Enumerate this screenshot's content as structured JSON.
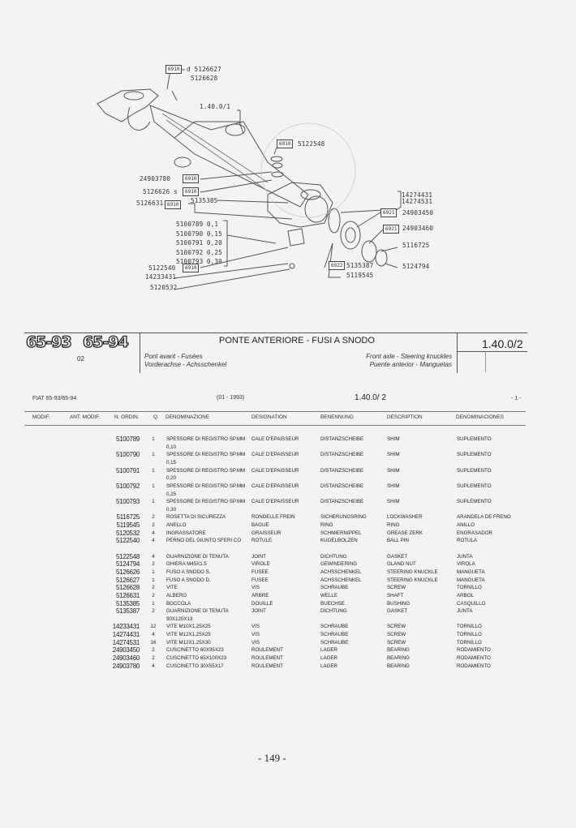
{
  "diagram": {
    "tags": {
      "t6910": "6910",
      "t6921": "6921",
      "t6922": "6922"
    },
    "labels": {
      "p5126627": "d 5126627",
      "p5126628": "5126628",
      "ref": "1.40.0/1",
      "p5122548": "5122548",
      "p24903780": "24903780",
      "p5126626": "5126626 s",
      "p5126631": "5126631",
      "p5135385": "5135385",
      "p14274431": "14274431",
      "p14274531": "14274531",
      "p24903450": "24903450",
      "p24903460": "24903460",
      "p5116725": "5116725",
      "p5135387": "5135387",
      "p5124794": "5124794",
      "p5119545": "5119545",
      "p5122540": "5122540",
      "p14233431": "14233431",
      "p5120532": "5120532"
    },
    "shims": [
      {
        "part": "5100789",
        "mm": "0,1"
      },
      {
        "part": "5100790",
        "mm": "0,15"
      },
      {
        "part": "5100791",
        "mm": "0,20"
      },
      {
        "part": "5100792",
        "mm": "0,25"
      },
      {
        "part": "5100793",
        "mm": "0,30"
      }
    ]
  },
  "header": {
    "models": [
      "65-93",
      "65-94"
    ],
    "sub_code": "02",
    "title": "PONTE ANTERIORE - FUSI A SNODO",
    "fr": "Pont avant - Fusées",
    "de": "Vorderachse - Achsschenkel",
    "en": "Front axle - Steering knuckles",
    "es": "Puente anterior - Manguetas",
    "group": "1.40.0/2"
  },
  "info": {
    "model": "FIAT 65-93/65-94",
    "date": "(01 - 1993)",
    "group": "1.40.0/ 2",
    "page_sheet": "- 1 -"
  },
  "columns": [
    "MODIF.",
    "ANT. MODIF.",
    "N. ORDIN.",
    "Q.",
    "DENOMINAZIONE",
    "DESIGNATION",
    "BENENNUNG",
    "DESCRIPTION",
    "DENOMINACIONES"
  ],
  "parts": [
    {
      "pn": "5100789",
      "q": "1",
      "it": "SPESSORE DI REGISTRO SP.MM 0,10",
      "fr": "CALE D'EPAISSEUR",
      "de": "DISTANZSCHEIBE",
      "en": "SHIM",
      "es": "SUPLEMENTO",
      "lines": 2
    },
    {
      "pn": "5100790",
      "q": "1",
      "it": "SPESSORE DI REGISTRO SP.MM 0,15",
      "fr": "CALE D'EPAISSEUR",
      "de": "DISTANZSCHEIBE",
      "en": "SHIM",
      "es": "SUPLEMENTO",
      "lines": 2
    },
    {
      "pn": "5100791",
      "q": "1",
      "it": "SPESSORE DI REGISTRO SP.MM 0,20",
      "fr": "CALE D'EPAISSEUR",
      "de": "DISTANZSCHEIBE",
      "en": "SHIM",
      "es": "SUPLEMENTO",
      "lines": 2
    },
    {
      "pn": "5100792",
      "q": "1",
      "it": "SPESSORE DI REGISTRO SP.MM 0,25",
      "fr": "CALE D'EPAISSEUR",
      "de": "DISTANZSCHEIBE",
      "en": "SHIM",
      "es": "SUPLEMENTO",
      "lines": 2
    },
    {
      "pn": "5100793",
      "q": "1",
      "it": "SPESSORE DI REGISTRO SP.MM 0,30",
      "fr": "CALE D'EPAISSEUR",
      "de": "DISTANZSCHEIBE",
      "en": "SHIM",
      "es": "SUPLEMENTO",
      "lines": 2
    },
    {
      "pn": "5116725",
      "q": "2",
      "it": "ROSETTA DI SICUREZZA",
      "fr": "RONDELLE FREIN",
      "de": "SICHERUNGSRING",
      "en": "LOCKWASHER",
      "es": "ARANDELA DE FRENO",
      "lines": 1
    },
    {
      "pn": "5119545",
      "q": "2",
      "it": "ANELLO",
      "fr": "BAGUE",
      "de": "RING",
      "en": "RING",
      "es": "ANILLO",
      "lines": 1
    },
    {
      "pn": "5120532",
      "q": "4",
      "it": "INGRASSATORE",
      "fr": "GRAISSEUR",
      "de": "SCHMIERNIPPEL",
      "en": "GREASE ZERK",
      "es": "ENGRASADOR",
      "lines": 1
    },
    {
      "pn": "5122540",
      "q": "4",
      "it": "PERNO DEL GIUNTO SFERI CO",
      "fr": "ROTULE",
      "de": "KUGELBOLZEN",
      "en": "BALL PIN",
      "es": "ROTULA",
      "lines": 2
    },
    {
      "pn": "5122548",
      "q": "4",
      "it": "GUARNIZIONE DI TENUTA",
      "fr": "JOINT",
      "de": "DICHTUNG",
      "en": "GASKET",
      "es": "JUNTA",
      "lines": 1
    },
    {
      "pn": "5124794",
      "q": "2",
      "it": "GHIERA M45X1.5",
      "fr": "VIROLE",
      "de": "GEWINDERING",
      "en": "GLAND NUT",
      "es": "VIROLA",
      "lines": 1
    },
    {
      "pn": "5126626",
      "q": "1",
      "it": "FUSO A SNODO S.",
      "fr": "FUSEE",
      "de": "ACHSSCHENKEL",
      "en": "STEERING KNUCKLE",
      "es": "MANGUETA",
      "lines": 1
    },
    {
      "pn": "5126627",
      "q": "1",
      "it": "FUSO A SNODO D.",
      "fr": "FUSEE",
      "de": "ACHSSCHENKEL",
      "en": "STEERING KNUCKLE",
      "es": "MANGUETA",
      "lines": 1
    },
    {
      "pn": "5126628",
      "q": "2",
      "it": "VITE",
      "fr": "VIS",
      "de": "SCHRAUBE",
      "en": "SCREW",
      "es": "TORNILLO",
      "lines": 1
    },
    {
      "pn": "5126631",
      "q": "2",
      "it": "ALBERO",
      "fr": "ARBRE",
      "de": "WELLE",
      "en": "SHAFT",
      "es": "ARBOL",
      "lines": 1
    },
    {
      "pn": "5135385",
      "q": "1",
      "it": "BOCCOLA",
      "fr": "DOUILLE",
      "de": "BUECHSE",
      "en": "BUSHING",
      "es": "CASQUILLO",
      "lines": 1
    },
    {
      "pn": "5135387",
      "q": "2",
      "it": "GUARNIZIONE DI TENUTA 90X120X13",
      "fr": "JOINT",
      "de": "DICHTUNG",
      "en": "GASKET",
      "es": "JUNTA",
      "lines": 2
    },
    {
      "pn": "14233431",
      "q": "12",
      "it": "VITE M10X1,25X25",
      "fr": "VIS",
      "de": "SCHRAUBE",
      "en": "SCREW",
      "es": "TORNILLO",
      "lines": 1
    },
    {
      "pn": "14274431",
      "q": "4",
      "it": "VITE M12X1,25X25",
      "fr": "VIS",
      "de": "SCHRAUBE",
      "en": "SCREW",
      "es": "TORNILLO",
      "lines": 1
    },
    {
      "pn": "14274531",
      "q": "16",
      "it": "VITE M12X1,25X30",
      "fr": "VIS",
      "de": "SCHRAUBE",
      "en": "SCREW",
      "es": "TORNILLO",
      "lines": 1
    },
    {
      "pn": "24903450",
      "q": "2",
      "it": "CUSCINETTO 60X95X23",
      "fr": "ROULEMENT",
      "de": "LAGER",
      "en": "BEARING",
      "es": "RODAMIENTO",
      "lines": 1
    },
    {
      "pn": "24903460",
      "q": "2",
      "it": "CUSCINETTO 65X100X23",
      "fr": "ROULEMENT",
      "de": "LAGER",
      "en": "BEARING",
      "es": "RODAMIENTO",
      "lines": 1
    },
    {
      "pn": "24903780",
      "q": "4",
      "it": "CUSCINETTO 30X55X17",
      "fr": "ROULEMENT",
      "de": "LAGER",
      "en": "BEARING",
      "es": "RODAMIENTO",
      "lines": 1
    }
  ],
  "footer": {
    "page": "- 149 -"
  }
}
